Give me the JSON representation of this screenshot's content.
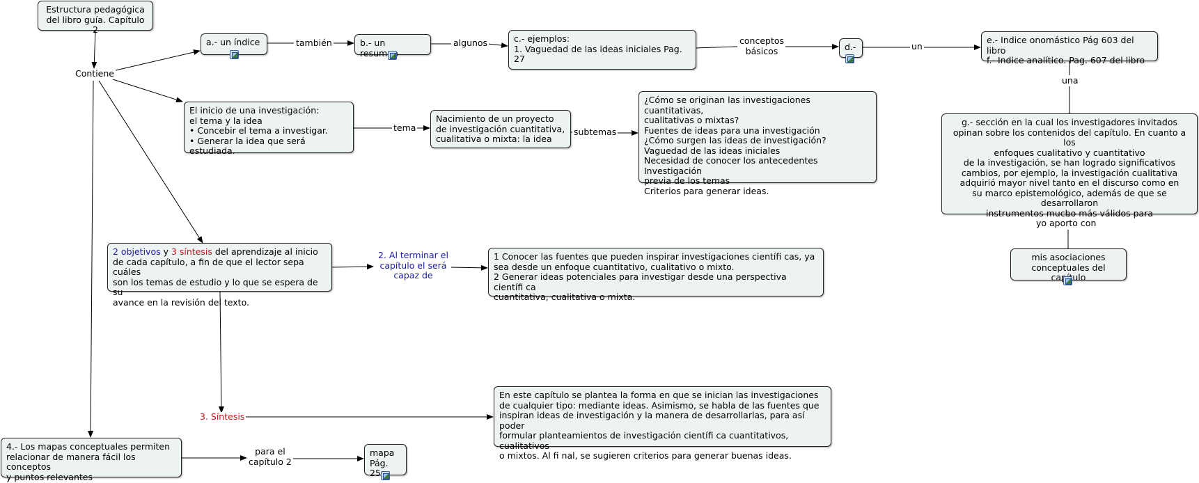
{
  "nodes": {
    "root": "Estructura pedagógica\ndel libro guía. Capítulo 2",
    "indice": "a.- un índice",
    "resumen": "b.- un resumen",
    "ejemplos": "c.- ejemplos:\n1. Vaguedad de las ideas iniciales Pag. 27",
    "d": "d.-",
    "indices": "e.- Indice onomástico Pág 603 del libro\nf.- Indice analítico. Pag. 607 del libro",
    "seccion": "g.- sección en la cual los investigadores invitados\nopinan sobre los contenidos del capítulo. En cuanto a los\nenfoques cualitativo y cuantitativo\nde la investigación, se han logrado significativos\ncambios, por ejemplo, la investigación cualitativa\nadquirió mayor nivel tanto en el discurso como en\nsu marco epistemológico, además de que se desarrollaron\ninstrumentos mucho más válidos para",
    "asociaciones": "mis asociaciones\nconceptuales del capítulo",
    "inicio": "El inicio de una investigación:\nel tema y la idea\n• Concebir el tema a investigar.\n• Generar la idea que será estudiada.",
    "nacimiento": "Nacimiento de un proyecto\nde investigación  cuantitativa,\ncualitativa o mixta: la idea",
    "preguntas": "¿Cómo se originan las investigaciones cuantitativas,\ncualitativas o mixtas?\nFuentes de ideas para una investigación\n¿Cómo surgen las ideas de investigación?\nVaguedad de las ideas iniciales\nNecesidad de conocer los antecedentes Investigación\nprevia de los temas\nCriterios para generar ideas.",
    "objetivos_a": "2 objetivos",
    "objetivos_b": " y ",
    "objetivos_c": "3 síntesis",
    "objetivos_d": " del aprendizaje al inicio\nde cada capítulo, a fin de que el lector sepa cuáles\nson los temas de estudio y lo que se espera de su\navance en la revisión del texto.",
    "capaz": "1 Conocer las fuentes que pueden inspirar investigaciones científi cas, ya\nsea desde un enfoque cuantitativo, cualitativo o mixto.\n2 Generar ideas potenciales para investigar desde una perspectiva científi ca\ncuantitativa, cualitativa o mixta.",
    "sintesis_texto": "En este capítulo se plantea la forma en que se inician las investigaciones\nde cualquier tipo: mediante ideas. Asimismo, se habla de las fuentes que\ninspiran ideas de investigación y la manera de desarrollarlas, para así poder\nformular planteamientos de investigación científi ca cuantitativos, cualitativos\no mixtos. Al fi nal, se sugieren criterios para generar buenas ideas.",
    "mapas": "4.- Los mapas conceptuales permiten\nrelacionar de manera fácil los conceptos\ny puntos relevantes",
    "mapa": "mapa\nPág. 25"
  },
  "links": {
    "contiene": "Contiene",
    "tambien": "también",
    "algunos": "algunos",
    "conceptos": "conceptos\nbásicos",
    "un": "un",
    "una": "una",
    "yo_aporto": "yo aporto con",
    "tema": "tema",
    "subtemas": "subtemas",
    "al_terminar": "2. Al terminar el\ncapítulo el será\ncapaz de",
    "sintesis": "3. Síntesis",
    "para_el": "para el\ncapítulo 2"
  },
  "icons": {
    "resource": "image-resource-icon"
  },
  "colors": {
    "node_fill": "#edf2f2",
    "blue_text": "#1a1aa6",
    "red_text": "#c0191b"
  }
}
